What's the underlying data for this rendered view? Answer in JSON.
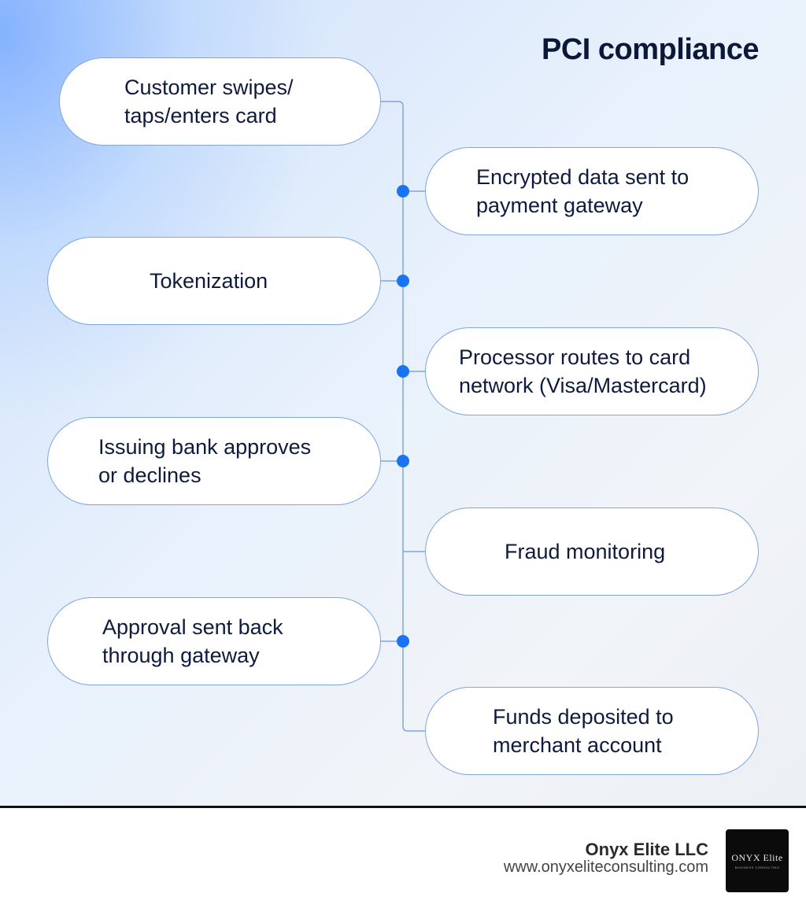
{
  "diagram": {
    "title": "PCI compliance",
    "steps": [
      {
        "label": "Customer swipes/\ntaps/enters card",
        "side": "left"
      },
      {
        "label": "Encrypted data sent to\npayment gateway",
        "side": "right"
      },
      {
        "label": "Tokenization",
        "side": "left"
      },
      {
        "label": "Processor routes to card\nnetwork (Visa/Mastercard)",
        "side": "right"
      },
      {
        "label": "Issuing bank approves\nor declines",
        "side": "left"
      },
      {
        "label": "Fraud monitoring",
        "side": "right"
      },
      {
        "label": "Approval sent back\nthrough gateway",
        "side": "left"
      },
      {
        "label": "Funds deposited to\nmerchant account",
        "side": "right"
      }
    ]
  },
  "footer": {
    "company": "Onyx Elite LLC",
    "website": "www.onyxeliteconsulting.com",
    "logo_text": "ONYX Elite",
    "logo_subtext": "BUSINESS CONSULTING"
  },
  "colors": {
    "accent_dot": "#1a73f0",
    "connector_line": "#7ea6e0",
    "title_text": "#0b1838"
  }
}
